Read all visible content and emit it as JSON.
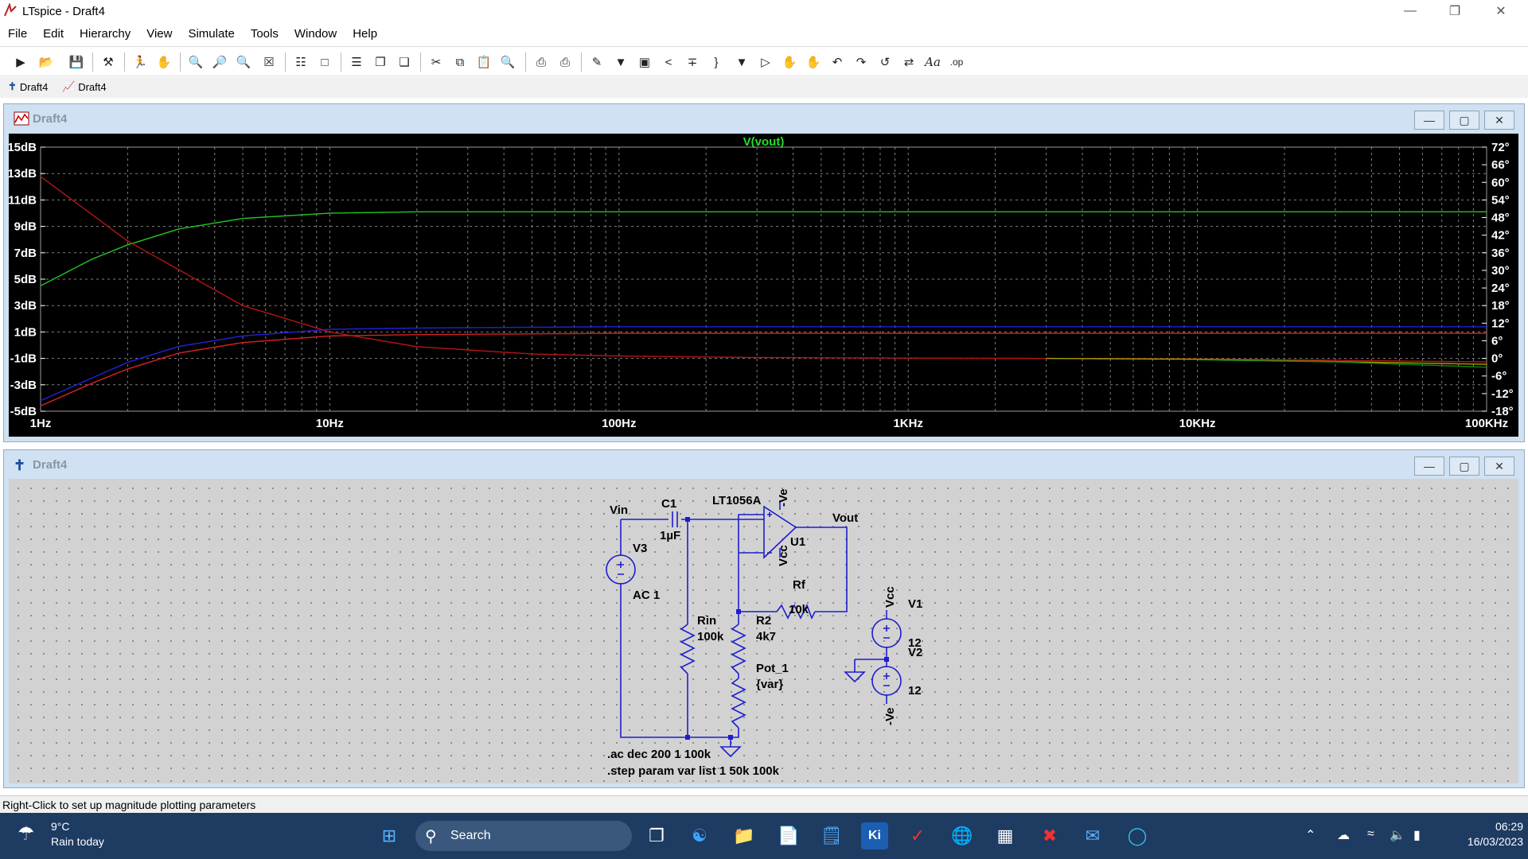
{
  "window": {
    "title": "LTspice - Draft4"
  },
  "menu": [
    "File",
    "Edit",
    "Hierarchy",
    "View",
    "Simulate",
    "Tools",
    "Window",
    "Help"
  ],
  "toolbar_icons": [
    "new-schematic-icon",
    "open-icon",
    "save-icon",
    "control-panel-icon",
    "run-icon",
    "halt-icon",
    "zoom-in-icon",
    "zoom-area-icon",
    "zoom-out-icon",
    "zoom-fit-icon",
    "autorange-icon",
    "autoscale-icon",
    "tile-horizontal-icon",
    "cascade-icon",
    "close-windows-icon",
    "cut-icon",
    "copy-icon",
    "paste-icon",
    "find-icon",
    "print-icon",
    "print-setup-icon",
    "wire-icon",
    "ground-icon",
    "label-icon",
    "resistor-icon",
    "capacitor-icon",
    "inductor-icon",
    "diode-icon",
    "component-icon",
    "move-icon",
    "drag-icon",
    "undo-icon",
    "redo-icon",
    "rotate-icon",
    "mirror-icon",
    "text-icon",
    "spice-directive-icon"
  ],
  "tabs": [
    {
      "label": "Draft4",
      "kind": "schematic"
    },
    {
      "label": "Draft4",
      "kind": "waveform"
    }
  ],
  "waveform_window": {
    "title": "Draft4",
    "trace_label": "V(vout)"
  },
  "schematic_window": {
    "title": "Draft4"
  },
  "chart_data": {
    "type": "line",
    "title": "V(vout)",
    "x_scale": "log",
    "xlim": [
      1,
      100000
    ],
    "x_tick_labels": [
      "1Hz",
      "10Hz",
      "100Hz",
      "1KHz",
      "10KHz",
      "100KHz"
    ],
    "ylim": [
      -5,
      15
    ],
    "y_tick_labels": [
      "15dB",
      "13dB",
      "11dB",
      "9dB",
      "7dB",
      "5dB",
      "3dB",
      "1dB",
      "-1dB",
      "-3dB",
      "-5dB"
    ],
    "y2lim": [
      -18,
      72
    ],
    "y2_tick_labels": [
      "72°",
      "66°",
      "60°",
      "54°",
      "48°",
      "42°",
      "36°",
      "30°",
      "24°",
      "18°",
      "12°",
      "6°",
      "0°",
      "-6°",
      "-12°",
      "-18°"
    ],
    "grid": true,
    "series": [
      {
        "color": "#22c522",
        "x": [
          1,
          1.5,
          2,
          3,
          5,
          10,
          20,
          100,
          1000,
          10000,
          100000
        ],
        "y": [
          4.5,
          6.5,
          7.6,
          8.8,
          9.6,
          10.0,
          10.1,
          10.1,
          10.1,
          10.1,
          10.1
        ]
      },
      {
        "color": "#2222d8",
        "x": [
          1,
          1.5,
          2,
          3,
          5,
          10,
          20,
          100,
          1000,
          10000,
          100000
        ],
        "y": [
          -4.2,
          -2.5,
          -1.3,
          -0.1,
          0.7,
          1.2,
          1.3,
          1.4,
          1.4,
          1.4,
          1.4
        ]
      },
      {
        "color": "#d82222",
        "x": [
          1,
          1.5,
          2,
          3,
          5,
          10,
          20,
          100,
          1000,
          10000,
          100000
        ],
        "y": [
          -4.6,
          -2.9,
          -1.8,
          -0.6,
          0.2,
          0.7,
          0.8,
          0.9,
          0.9,
          0.9,
          0.9
        ]
      },
      {
        "color": "#b81414",
        "axis": "right",
        "x": [
          1,
          2,
          5,
          10,
          20,
          50,
          100,
          300,
          1000,
          3000,
          10000,
          100000
        ],
        "y": [
          62,
          40,
          18,
          9,
          4,
          1.5,
          0.8,
          0.3,
          0.1,
          0.0,
          -0.2,
          -1.2
        ]
      },
      {
        "color": "#a0a000",
        "axis": "right",
        "x": [
          3000,
          10000,
          100000
        ],
        "y": [
          0,
          -0.3,
          -2
        ]
      },
      {
        "color": "#138413",
        "axis": "right",
        "x": [
          10000,
          30000,
          100000
        ],
        "y": [
          -0.5,
          -1.2,
          -3
        ]
      }
    ]
  },
  "schematic": {
    "labels": {
      "vin": "Vin",
      "c1": "C1",
      "c1_val": "1µF",
      "opamp": "LT1056A",
      "ve_top": "-Ve",
      "vcc_bottom": "Vcc",
      "u1": "U1",
      "vout": "Vout",
      "v3": "V3",
      "ac": "AC 1",
      "rf": "Rf",
      "rf_val": "10k",
      "rin": "Rin",
      "rin_val": "100k",
      "r2": "R2",
      "r2_val": "4k7",
      "pot": "Pot_1",
      "pot_val": "{var}",
      "vcc_src": "Vcc",
      "v1": "V1",
      "v1_val": "12",
      "v2": "V2",
      "v2_val": "12",
      "ve_src": "-Ve"
    },
    "directives": [
      ".ac dec 200 1 100k",
      ".step param var list 1 50k 100k"
    ]
  },
  "statusbar": {
    "text": "Right-Click to set up magnitude plotting parameters"
  },
  "taskbar": {
    "weather_temp": "9°C",
    "weather_desc": "Rain today",
    "search_placeholder": "Search",
    "time": "06:29",
    "date": "16/03/2023",
    "apps": [
      "windows-start-icon",
      "search-icon",
      "task-view-icon",
      "edge-legacy-icon",
      "file-explorer-icon",
      "notepad-icon",
      "notes-icon",
      "kicad-icon",
      "ltspice-icon",
      "globe-app-icon",
      "calculator-icon",
      "xilinx-icon",
      "mail-icon",
      "edge-icon"
    ]
  }
}
